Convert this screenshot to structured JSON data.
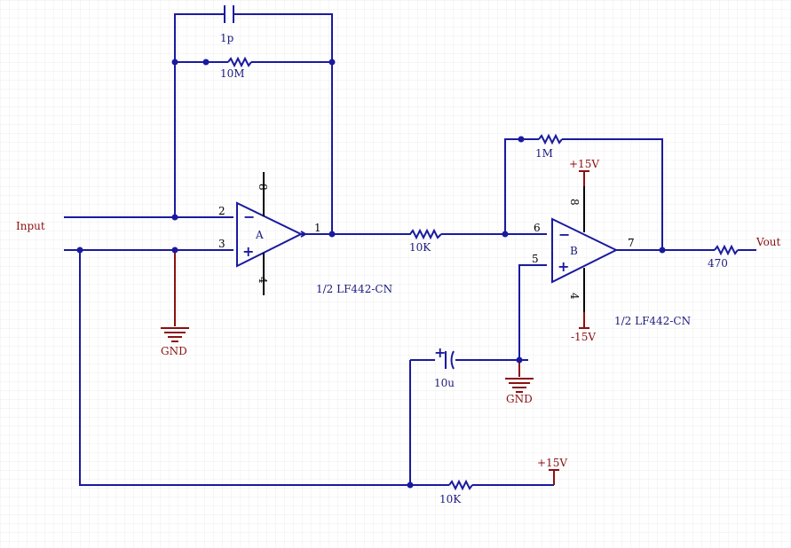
{
  "labels": {
    "input": "Input",
    "output": "Vout",
    "cap_feedback": "1p",
    "res_feedback_a": "10M",
    "res_series": "10K",
    "res_feedback_b": "1M",
    "res_output": "470",
    "cap_coupling": "10u",
    "res_bias": "10K",
    "opamp_a_name": "A",
    "opamp_b_name": "B",
    "opamp_a_part": "1/2 LF442-CN",
    "opamp_b_part": "1/2 LF442-CN",
    "gnd_1": "GND",
    "gnd_2": "GND",
    "vplus_b": "+15V",
    "vminus_b": "-15V",
    "vplus_bias": "+15V"
  },
  "pins": {
    "a_inv": "2",
    "a_noninv": "3",
    "a_out": "1",
    "a_vplus": "8",
    "a_vminus": "4",
    "b_inv": "6",
    "b_noninv": "5",
    "b_out": "7",
    "b_vplus": "8",
    "b_vminus": "4"
  },
  "symbols": {
    "minus": "−",
    "plus": "+",
    "cap_polarity": "+"
  },
  "colors": {
    "wire": "#1a1aa0",
    "power": "#8b1010",
    "pin_stub": "#000000",
    "grid": "#ececec"
  }
}
